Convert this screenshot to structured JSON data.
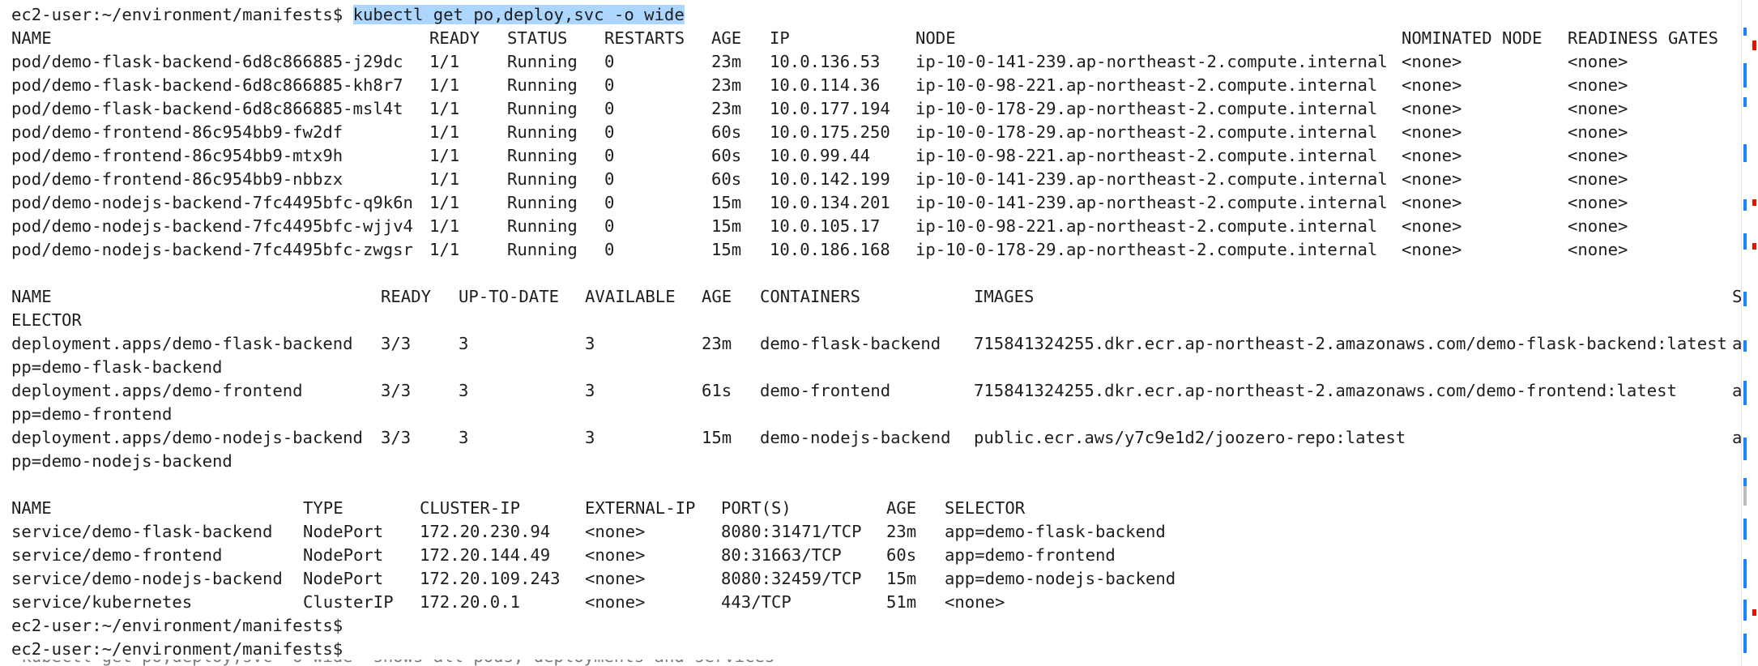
{
  "prompt": {
    "text": "ec2-user:~/environment/manifests$ ",
    "command": "kubectl get po,deploy,svc -o wide"
  },
  "pods_table": {
    "headers": [
      "NAME",
      "READY",
      "STATUS",
      "RESTARTS",
      "AGE",
      "IP",
      "NODE",
      "NOMINATED NODE",
      "READINESS GATES"
    ],
    "rows": [
      [
        "pod/demo-flask-backend-6d8c866885-j29dc",
        "1/1",
        "Running",
        "0",
        "23m",
        "10.0.136.53",
        "ip-10-0-141-239.ap-northeast-2.compute.internal",
        "<none>",
        "<none>"
      ],
      [
        "pod/demo-flask-backend-6d8c866885-kh8r7",
        "1/1",
        "Running",
        "0",
        "23m",
        "10.0.114.36",
        "ip-10-0-98-221.ap-northeast-2.compute.internal",
        "<none>",
        "<none>"
      ],
      [
        "pod/demo-flask-backend-6d8c866885-msl4t",
        "1/1",
        "Running",
        "0",
        "23m",
        "10.0.177.194",
        "ip-10-0-178-29.ap-northeast-2.compute.internal",
        "<none>",
        "<none>"
      ],
      [
        "pod/demo-frontend-86c954bb9-fw2df",
        "1/1",
        "Running",
        "0",
        "60s",
        "10.0.175.250",
        "ip-10-0-178-29.ap-northeast-2.compute.internal",
        "<none>",
        "<none>"
      ],
      [
        "pod/demo-frontend-86c954bb9-mtx9h",
        "1/1",
        "Running",
        "0",
        "60s",
        "10.0.99.44",
        "ip-10-0-98-221.ap-northeast-2.compute.internal",
        "<none>",
        "<none>"
      ],
      [
        "pod/demo-frontend-86c954bb9-nbbzx",
        "1/1",
        "Running",
        "0",
        "60s",
        "10.0.142.199",
        "ip-10-0-141-239.ap-northeast-2.compute.internal",
        "<none>",
        "<none>"
      ],
      [
        "pod/demo-nodejs-backend-7fc4495bfc-q9k6n",
        "1/1",
        "Running",
        "0",
        "15m",
        "10.0.134.201",
        "ip-10-0-141-239.ap-northeast-2.compute.internal",
        "<none>",
        "<none>"
      ],
      [
        "pod/demo-nodejs-backend-7fc4495bfc-wjjv4",
        "1/1",
        "Running",
        "0",
        "15m",
        "10.0.105.17",
        "ip-10-0-98-221.ap-northeast-2.compute.internal",
        "<none>",
        "<none>"
      ],
      [
        "pod/demo-nodejs-backend-7fc4495bfc-zwgsr",
        "1/1",
        "Running",
        "0",
        "15m",
        "10.0.186.168",
        "ip-10-0-178-29.ap-northeast-2.compute.internal",
        "<none>",
        "<none>"
      ]
    ]
  },
  "deploy_table": {
    "headers": [
      "NAME",
      "READY",
      "UP-TO-DATE",
      "AVAILABLE",
      "AGE",
      "CONTAINERS",
      "IMAGES",
      "S"
    ],
    "header_wrap": "ELECTOR",
    "rows": [
      {
        "cells": [
          "deployment.apps/demo-flask-backend",
          "3/3",
          "3",
          "3",
          "23m",
          "demo-flask-backend",
          "715841324255.dkr.ecr.ap-northeast-2.amazonaws.com/demo-flask-backend:latest",
          "a"
        ],
        "wrap": "pp=demo-flask-backend"
      },
      {
        "cells": [
          "deployment.apps/demo-frontend",
          "3/3",
          "3",
          "3",
          "61s",
          "demo-frontend",
          "715841324255.dkr.ecr.ap-northeast-2.amazonaws.com/demo-frontend:latest",
          "a"
        ],
        "wrap": "pp=demo-frontend"
      },
      {
        "cells": [
          "deployment.apps/demo-nodejs-backend",
          "3/3",
          "3",
          "3",
          "15m",
          "demo-nodejs-backend",
          "public.ecr.aws/y7c9e1d2/joozero-repo:latest",
          "a"
        ],
        "wrap": "pp=demo-nodejs-backend"
      }
    ]
  },
  "svc_table": {
    "headers": [
      "NAME",
      "TYPE",
      "CLUSTER-IP",
      "EXTERNAL-IP",
      "PORT(S)",
      "AGE",
      "SELECTOR"
    ],
    "rows": [
      [
        "service/demo-flask-backend",
        "NodePort",
        "172.20.230.94",
        "<none>",
        "8080:31471/TCP",
        "23m",
        "app=demo-flask-backend"
      ],
      [
        "service/demo-frontend",
        "NodePort",
        "172.20.144.49",
        "<none>",
        "80:31663/TCP",
        "60s",
        "app=demo-frontend"
      ],
      [
        "service/demo-nodejs-backend",
        "NodePort",
        "172.20.109.243",
        "<none>",
        "8080:32459/TCP",
        "15m",
        "app=demo-nodejs-backend"
      ],
      [
        "service/kubernetes",
        "ClusterIP",
        "172.20.0.1",
        "<none>",
        "443/TCP",
        "51m",
        "<none>"
      ]
    ]
  },
  "trailing_prompts": [
    "ec2-user:~/environment/manifests$",
    "ec2-user:~/environment/manifests$"
  ],
  "clipped_line": "'kubectl get po,deploy,svc -o wide' shows all pods, deployments and services",
  "colors": {
    "background": "#ffffff",
    "text": "#1e1e1e",
    "selection": "#add6ff",
    "scroll_marker_blue": "#1a85ff",
    "scroll_marker_red": "#e51400"
  }
}
